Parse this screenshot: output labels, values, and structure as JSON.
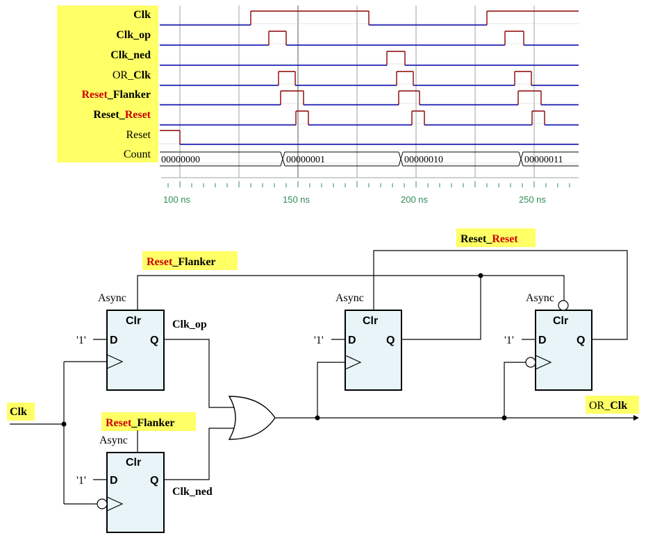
{
  "colors": {
    "accent": "#cc0000",
    "label_bg": "#ffff66",
    "signal_low": "#0000aa",
    "signal_high": "#8b0000",
    "grid": "#9aa0a6",
    "time_axis": "#2e8b57",
    "ff_fill": "#e8f4f8"
  },
  "waveform": {
    "signals": [
      {
        "id": "clk",
        "parts": [
          {
            "t": "Clk",
            "red": false
          }
        ],
        "bold": true
      },
      {
        "id": "clk_op",
        "parts": [
          {
            "t": "Clk_op",
            "red": false
          }
        ],
        "bold": true
      },
      {
        "id": "clk_ned",
        "parts": [
          {
            "t": "Clk_ned",
            "red": false
          }
        ],
        "bold": true
      },
      {
        "id": "or_clk",
        "parts": [
          {
            "t": "OR_",
            "red": false
          },
          {
            "t": "Clk",
            "red": false,
            "bold": true
          }
        ],
        "bold": false
      },
      {
        "id": "reset_flanker",
        "parts": [
          {
            "t": "Reset",
            "red": true
          },
          {
            "t": "_Flanker",
            "red": false
          }
        ],
        "bold": true
      },
      {
        "id": "reset_reset",
        "parts": [
          {
            "t": "Reset_",
            "red": false
          },
          {
            "t": "Reset",
            "red": true
          }
        ],
        "bold": true
      },
      {
        "id": "reset",
        "parts": [
          {
            "t": "Reset",
            "red": false
          }
        ],
        "bold": false
      },
      {
        "id": "count",
        "parts": [
          {
            "t": "Count",
            "red": false
          }
        ],
        "bold": false
      }
    ],
    "count_values": [
      "00000000",
      "00000001",
      "00000010",
      "00000011"
    ],
    "time_labels": [
      "100 ns",
      "150 ns",
      "200 ns",
      "250 ns"
    ]
  },
  "schematic": {
    "ff_clr": "Clr",
    "ff_d": "D",
    "ff_q": "Q",
    "async": "Async",
    "one": "'1'",
    "clk_op": "Clk_op",
    "clk_ned": "Clk_ned",
    "clk_input": "Clk",
    "or_clk": {
      "pre": "OR_",
      "post": "Clk"
    },
    "reset_flanker": {
      "red": "Reset",
      "rest": "_Flanker"
    },
    "reset_reset": {
      "pre": "Reset_",
      "red": "Reset"
    }
  }
}
